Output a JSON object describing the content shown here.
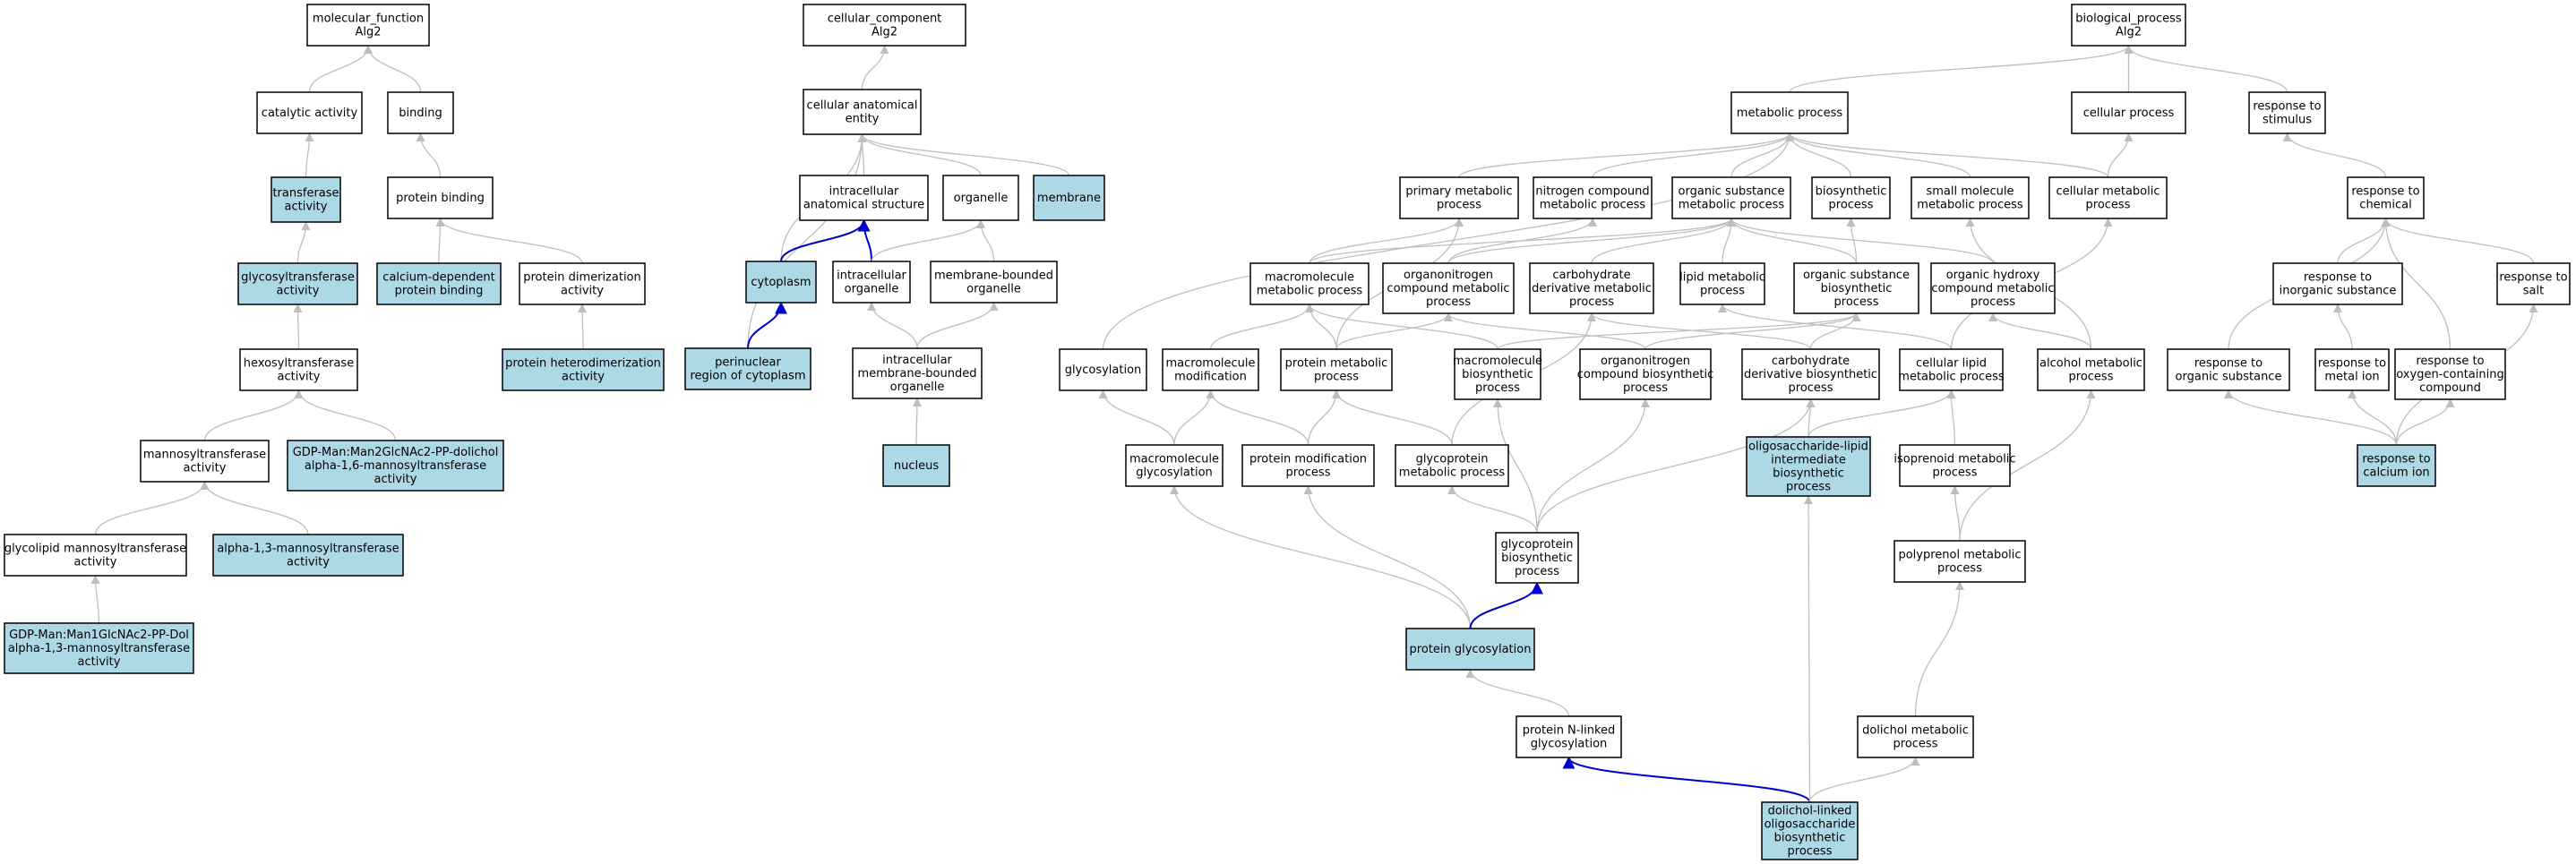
{
  "colors": {
    "plain_fill": "#ffffff",
    "highlight_fill": "#add8e6",
    "edge_gray": "#bebebe",
    "edge_blue": "#0000cd"
  },
  "nodes": [
    {
      "id": "mf",
      "lines": [
        "molecular_function",
        "Alg2"
      ],
      "hl": false
    },
    {
      "id": "cat",
      "lines": [
        "catalytic activity"
      ],
      "hl": false
    },
    {
      "id": "bind",
      "lines": [
        "binding"
      ],
      "hl": false
    },
    {
      "id": "trans",
      "lines": [
        "transferase",
        "activity"
      ],
      "hl": true
    },
    {
      "id": "protbind",
      "lines": [
        "protein binding"
      ],
      "hl": false
    },
    {
      "id": "glycotrans",
      "lines": [
        "glycosyltransferase",
        "activity"
      ],
      "hl": true
    },
    {
      "id": "cabind",
      "lines": [
        "calcium-dependent",
        "protein binding"
      ],
      "hl": true
    },
    {
      "id": "dimer",
      "lines": [
        "protein dimerization",
        "activity"
      ],
      "hl": false
    },
    {
      "id": "hexo",
      "lines": [
        "hexosyltransferase",
        "activity"
      ],
      "hl": false
    },
    {
      "id": "hetero",
      "lines": [
        "protein heterodimerization",
        "activity"
      ],
      "hl": true
    },
    {
      "id": "manno",
      "lines": [
        "mannosyltransferase",
        "activity"
      ],
      "hl": false
    },
    {
      "id": "gdpman2",
      "lines": [
        "GDP-Man:Man2GlcNAc2-PP-dolichol",
        "alpha-1,6-mannosyltransferase",
        "activity"
      ],
      "hl": true
    },
    {
      "id": "glycolip",
      "lines": [
        "glycolipid mannosyltransferase",
        "activity"
      ],
      "hl": false
    },
    {
      "id": "a13",
      "lines": [
        "alpha-1,3-mannosyltransferase",
        "activity"
      ],
      "hl": true
    },
    {
      "id": "gdpman1",
      "lines": [
        "GDP-Man:Man1GlcNAc2-PP-Dol",
        "alpha-1,3-mannosyltransferase",
        "activity"
      ],
      "hl": true
    },
    {
      "id": "cc",
      "lines": [
        "cellular_component",
        "Alg2"
      ],
      "hl": false
    },
    {
      "id": "cae",
      "lines": [
        "cellular anatomical",
        "entity"
      ],
      "hl": false
    },
    {
      "id": "ias",
      "lines": [
        "intracellular",
        "anatomical structure"
      ],
      "hl": false
    },
    {
      "id": "organelle",
      "lines": [
        "organelle"
      ],
      "hl": false
    },
    {
      "id": "membrane",
      "lines": [
        "membrane"
      ],
      "hl": true
    },
    {
      "id": "cyto",
      "lines": [
        "cytoplasm"
      ],
      "hl": true
    },
    {
      "id": "intorg",
      "lines": [
        "intracellular",
        "organelle"
      ],
      "hl": false
    },
    {
      "id": "mbo",
      "lines": [
        "membrane-bounded",
        "organelle"
      ],
      "hl": false
    },
    {
      "id": "perinuc",
      "lines": [
        "perinuclear",
        "region of cytoplasm"
      ],
      "hl": true
    },
    {
      "id": "imbo",
      "lines": [
        "intracellular",
        "membrane-bounded",
        "organelle"
      ],
      "hl": false
    },
    {
      "id": "nucleus",
      "lines": [
        "nucleus"
      ],
      "hl": true
    },
    {
      "id": "bp",
      "lines": [
        "biological_process",
        "Alg2"
      ],
      "hl": false
    },
    {
      "id": "metab",
      "lines": [
        "metabolic process"
      ],
      "hl": false
    },
    {
      "id": "cellproc",
      "lines": [
        "cellular process"
      ],
      "hl": false
    },
    {
      "id": "rstim",
      "lines": [
        "response to",
        "stimulus"
      ],
      "hl": false
    },
    {
      "id": "primary",
      "lines": [
        "primary metabolic",
        "process"
      ],
      "hl": false
    },
    {
      "id": "nitro",
      "lines": [
        "nitrogen compound",
        "metabolic process"
      ],
      "hl": false
    },
    {
      "id": "osm",
      "lines": [
        "organic substance",
        "metabolic process"
      ],
      "hl": false
    },
    {
      "id": "biosyn",
      "lines": [
        "biosynthetic",
        "process"
      ],
      "hl": false
    },
    {
      "id": "smallmol",
      "lines": [
        "small molecule",
        "metabolic process"
      ],
      "hl": false
    },
    {
      "id": "cellmetab",
      "lines": [
        "cellular metabolic",
        "process"
      ],
      "hl": false
    },
    {
      "id": "rchem",
      "lines": [
        "response to",
        "chemical"
      ],
      "hl": false
    },
    {
      "id": "macromet",
      "lines": [
        "macromolecule",
        "metabolic process"
      ],
      "hl": false
    },
    {
      "id": "orgnitro",
      "lines": [
        "organonitrogen",
        "compound metabolic",
        "process"
      ],
      "hl": false
    },
    {
      "id": "carbder",
      "lines": [
        "carbohydrate",
        "derivative metabolic",
        "process"
      ],
      "hl": false
    },
    {
      "id": "lipmet",
      "lines": [
        "lipid metabolic",
        "process"
      ],
      "hl": false
    },
    {
      "id": "osbio",
      "lines": [
        "organic substance",
        "biosynthetic",
        "process"
      ],
      "hl": false
    },
    {
      "id": "orghydroxy",
      "lines": [
        "organic hydroxy",
        "compound metabolic",
        "process"
      ],
      "hl": false
    },
    {
      "id": "rinorg",
      "lines": [
        "response to",
        "inorganic substance"
      ],
      "hl": false
    },
    {
      "id": "rsalt",
      "lines": [
        "response to",
        "salt"
      ],
      "hl": false
    },
    {
      "id": "glycosyl",
      "lines": [
        "glycosylation"
      ],
      "hl": false
    },
    {
      "id": "macromod",
      "lines": [
        "macromolecule",
        "modification"
      ],
      "hl": false
    },
    {
      "id": "protmet",
      "lines": [
        "protein metabolic",
        "process"
      ],
      "hl": false
    },
    {
      "id": "macrobio",
      "lines": [
        "macromolecule",
        "biosynthetic",
        "process"
      ],
      "hl": false
    },
    {
      "id": "orgnitrobio",
      "lines": [
        "organonitrogen",
        "compound biosynthetic",
        "process"
      ],
      "hl": false
    },
    {
      "id": "carbderbio",
      "lines": [
        "carbohydrate",
        "derivative biosynthetic",
        "process"
      ],
      "hl": false
    },
    {
      "id": "celllip",
      "lines": [
        "cellular lipid",
        "metabolic process"
      ],
      "hl": false
    },
    {
      "id": "alcohol",
      "lines": [
        "alcohol metabolic",
        "process"
      ],
      "hl": false
    },
    {
      "id": "rorgsub",
      "lines": [
        "response to",
        "organic substance"
      ],
      "hl": false
    },
    {
      "id": "rmetal",
      "lines": [
        "response to",
        "metal ion"
      ],
      "hl": false
    },
    {
      "id": "roxy",
      "lines": [
        "response to",
        "oxygen-containing",
        "compound"
      ],
      "hl": false
    },
    {
      "id": "macroglyc",
      "lines": [
        "macromolecule",
        "glycosylation"
      ],
      "hl": false
    },
    {
      "id": "protmod",
      "lines": [
        "protein modification",
        "process"
      ],
      "hl": false
    },
    {
      "id": "glycoprotmet",
      "lines": [
        "glycoprotein",
        "metabolic process"
      ],
      "hl": false
    },
    {
      "id": "olig",
      "lines": [
        "oligosaccharide-lipid",
        "intermediate",
        "biosynthetic",
        "process"
      ],
      "hl": true
    },
    {
      "id": "isopren",
      "lines": [
        "isoprenoid metabolic",
        "process"
      ],
      "hl": false
    },
    {
      "id": "rcalcium",
      "lines": [
        "response to",
        "calcium ion"
      ],
      "hl": true
    },
    {
      "id": "glycoprotbio",
      "lines": [
        "glycoprotein",
        "biosynthetic",
        "process"
      ],
      "hl": false
    },
    {
      "id": "polypren",
      "lines": [
        "polyprenol metabolic",
        "process"
      ],
      "hl": false
    },
    {
      "id": "protglyc",
      "lines": [
        "protein glycosylation"
      ],
      "hl": true
    },
    {
      "id": "protN",
      "lines": [
        "protein N-linked",
        "glycosylation"
      ],
      "hl": false
    },
    {
      "id": "dolmet",
      "lines": [
        "dolichol metabolic",
        "process"
      ],
      "hl": false
    },
    {
      "id": "dolbio",
      "lines": [
        "dolichol-linked",
        "oligosaccharide",
        "biosynthetic",
        "process"
      ],
      "hl": true
    }
  ],
  "edges": [
    [
      "cat",
      "mf",
      "gray"
    ],
    [
      "bind",
      "mf",
      "gray"
    ],
    [
      "trans",
      "cat",
      "gray"
    ],
    [
      "protbind",
      "bind",
      "gray"
    ],
    [
      "glycotrans",
      "trans",
      "gray"
    ],
    [
      "cabind",
      "protbind",
      "gray"
    ],
    [
      "dimer",
      "protbind",
      "gray"
    ],
    [
      "hexo",
      "glycotrans",
      "gray"
    ],
    [
      "hetero",
      "dimer",
      "gray"
    ],
    [
      "manno",
      "hexo",
      "gray"
    ],
    [
      "gdpman2",
      "hexo",
      "gray"
    ],
    [
      "glycolip",
      "manno",
      "gray"
    ],
    [
      "a13",
      "manno",
      "gray"
    ],
    [
      "gdpman1",
      "glycolip",
      "gray"
    ],
    [
      "cae",
      "cc",
      "gray"
    ],
    [
      "ias",
      "cae",
      "gray"
    ],
    [
      "organelle",
      "cae",
      "gray"
    ],
    [
      "membrane",
      "cae",
      "gray"
    ],
    [
      "cyto",
      "cae",
      "gray"
    ],
    [
      "perinuc",
      "cae",
      "gray"
    ],
    [
      "cyto",
      "ias",
      "blue"
    ],
    [
      "intorg",
      "ias",
      "blue"
    ],
    [
      "intorg",
      "organelle",
      "gray"
    ],
    [
      "mbo",
      "organelle",
      "gray"
    ],
    [
      "perinuc",
      "cyto",
      "blue"
    ],
    [
      "imbo",
      "intorg",
      "gray"
    ],
    [
      "imbo",
      "mbo",
      "gray"
    ],
    [
      "nucleus",
      "imbo",
      "gray"
    ],
    [
      "metab",
      "bp",
      "gray"
    ],
    [
      "cellproc",
      "bp",
      "gray"
    ],
    [
      "rstim",
      "bp",
      "gray"
    ],
    [
      "primary",
      "metab",
      "gray"
    ],
    [
      "nitro",
      "metab",
      "gray"
    ],
    [
      "osm",
      "metab",
      "gray"
    ],
    [
      "biosyn",
      "metab",
      "gray"
    ],
    [
      "smallmol",
      "metab",
      "gray"
    ],
    [
      "cellmetab",
      "metab",
      "gray"
    ],
    [
      "glycosyl",
      "metab",
      "gray"
    ],
    [
      "cellmetab",
      "cellproc",
      "gray"
    ],
    [
      "rchem",
      "rstim",
      "gray"
    ],
    [
      "macromet",
      "primary",
      "gray"
    ],
    [
      "macromet",
      "osm",
      "gray"
    ],
    [
      "orgnitro",
      "nitro",
      "gray"
    ],
    [
      "orgnitro",
      "osm",
      "gray"
    ],
    [
      "carbder",
      "osm",
      "gray"
    ],
    [
      "lipmet",
      "osm",
      "gray"
    ],
    [
      "osbio",
      "osm",
      "gray"
    ],
    [
      "osbio",
      "biosyn",
      "gray"
    ],
    [
      "orghydroxy",
      "osm",
      "gray"
    ],
    [
      "protmet",
      "primary",
      "gray"
    ],
    [
      "rinorg",
      "rchem",
      "gray"
    ],
    [
      "rsalt",
      "rchem",
      "gray"
    ],
    [
      "rorgsub",
      "rchem",
      "gray"
    ],
    [
      "roxy",
      "rchem",
      "gray"
    ],
    [
      "macromod",
      "macromet",
      "gray"
    ],
    [
      "protmet",
      "macromet",
      "gray"
    ],
    [
      "protmet",
      "orgnitro",
      "gray"
    ],
    [
      "macrobio",
      "macromet",
      "gray"
    ],
    [
      "macrobio",
      "osbio",
      "gray"
    ],
    [
      "orgnitrobio",
      "orgnitro",
      "gray"
    ],
    [
      "orgnitrobio",
      "osbio",
      "gray"
    ],
    [
      "carbderbio",
      "carbder",
      "gray"
    ],
    [
      "carbderbio",
      "osbio",
      "gray"
    ],
    [
      "celllip",
      "lipmet",
      "gray"
    ],
    [
      "celllip",
      "cellmetab",
      "gray"
    ],
    [
      "alcohol",
      "orghydroxy",
      "gray"
    ],
    [
      "alcohol",
      "smallmol",
      "gray"
    ],
    [
      "glycoprotmet",
      "carbder",
      "gray"
    ],
    [
      "rmetal",
      "rinorg",
      "gray"
    ],
    [
      "macroglyc",
      "glycosyl",
      "gray"
    ],
    [
      "macroglyc",
      "macromod",
      "gray"
    ],
    [
      "protmod",
      "macromod",
      "gray"
    ],
    [
      "protmod",
      "protmet",
      "gray"
    ],
    [
      "glycoprotmet",
      "protmet",
      "gray"
    ],
    [
      "olig",
      "carbderbio",
      "gray"
    ],
    [
      "olig",
      "celllip",
      "gray"
    ],
    [
      "isopren",
      "celllip",
      "gray"
    ],
    [
      "rcalcium",
      "rorgsub",
      "gray"
    ],
    [
      "rcalcium",
      "rmetal",
      "gray"
    ],
    [
      "rcalcium",
      "roxy",
      "gray"
    ],
    [
      "rcalcium",
      "rsalt",
      "gray"
    ],
    [
      "glycoprotbio",
      "macrobio",
      "gray"
    ],
    [
      "glycoprotbio",
      "orgnitrobio",
      "gray"
    ],
    [
      "glycoprotbio",
      "carbderbio",
      "gray"
    ],
    [
      "glycoprotbio",
      "glycoprotmet",
      "gray"
    ],
    [
      "polypren",
      "isopren",
      "gray"
    ],
    [
      "polypren",
      "alcohol",
      "gray"
    ],
    [
      "protglyc",
      "macroglyc",
      "gray"
    ],
    [
      "protglyc",
      "protmod",
      "gray"
    ],
    [
      "protglyc",
      "glycoprotbio",
      "blue"
    ],
    [
      "protN",
      "protglyc",
      "gray"
    ],
    [
      "dolmet",
      "polypren",
      "gray"
    ],
    [
      "dolbio",
      "protN",
      "blue"
    ],
    [
      "dolbio",
      "olig",
      "gray"
    ],
    [
      "dolbio",
      "dolmet",
      "gray"
    ]
  ]
}
